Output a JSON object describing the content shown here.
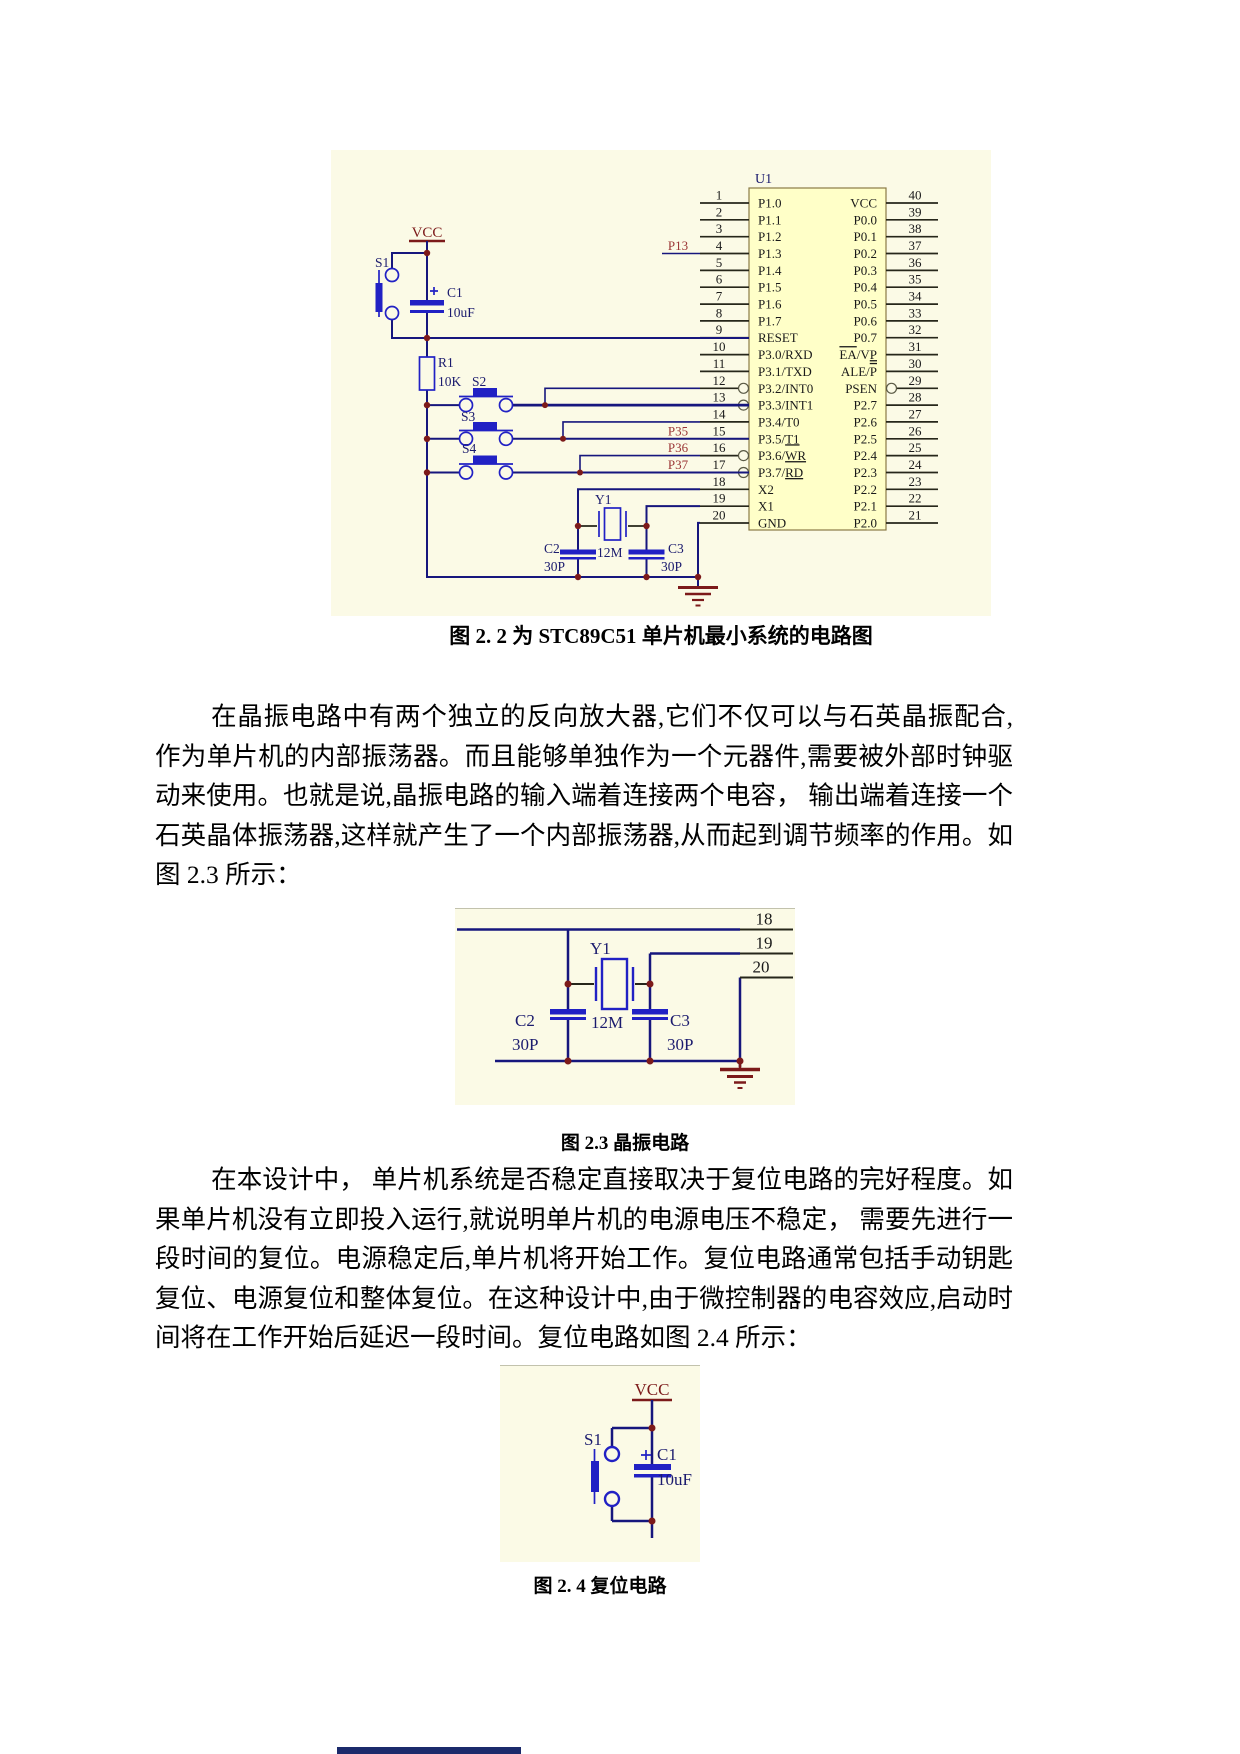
{
  "captions": {
    "fig22": "图 2. 2 为 STC89C51 单片机最小系统的电路图",
    "fig23": "图 2.3 晶振电路",
    "fig24": "图 2. 4  复位电路"
  },
  "paragraphs": {
    "p1": "在晶振电路中有两个独立的反向放大器,它们不仅可以与石英晶振配合,作为单片机的内部振荡器。而且能够单独作为一个元器件,需要被外部时钟驱动来使用。也就是说,晶振电路的输入端着连接两个电容， 输出端着连接一个石英晶体振荡器,这样就产生了一个内部振荡器,从而起到调节频率的作用。如图 2.3 所示：",
    "p2": "在本设计中， 单片机系统是否稳定直接取决于复位电路的完好程度。如果单片机没有立即投入运行,就说明单片机的电源电压不稳定， 需要先进行一段时间的复位。电源稳定后,单片机将开始工作。复位电路通常包括手动钥匙复位、电源复位和整体复位。在这种设计中,由于微控制器的电容效应,启动时间将在工作开始后延迟一段时间。复位电路如图 2.4 所示："
  },
  "circuit1": {
    "ic": {
      "ref": "U1"
    },
    "left_pins": [
      {
        "n": "1",
        "l": [
          {
            "t": "P1.0"
          }
        ]
      },
      {
        "n": "2",
        "l": [
          {
            "t": "P1.1"
          }
        ]
      },
      {
        "n": "3",
        "l": [
          {
            "t": "P1.2"
          }
        ]
      },
      {
        "n": "4",
        "l": [
          {
            "t": "P1.3"
          }
        ],
        "net": "P13",
        "netwire": true
      },
      {
        "n": "5",
        "l": [
          {
            "t": "P1.4"
          }
        ]
      },
      {
        "n": "6",
        "l": [
          {
            "t": "P1.5"
          }
        ]
      },
      {
        "n": "7",
        "l": [
          {
            "t": "P1.6"
          }
        ]
      },
      {
        "n": "8",
        "l": [
          {
            "t": "P1.7"
          }
        ]
      },
      {
        "n": "9",
        "l": [
          {
            "t": "RESET"
          }
        ]
      },
      {
        "n": "10",
        "l": [
          {
            "t": "P3.0/RXD"
          }
        ]
      },
      {
        "n": "11",
        "l": [
          {
            "t": "P3.1/TXD"
          }
        ]
      },
      {
        "n": "12",
        "l": [
          {
            "t": "P3.2/INT0"
          }
        ],
        "bubble": true
      },
      {
        "n": "13",
        "l": [
          {
            "t": "P3.3/INT1"
          }
        ],
        "bubble": true
      },
      {
        "n": "14",
        "l": [
          {
            "t": "P3.4/T0"
          }
        ]
      },
      {
        "n": "15",
        "l": [
          {
            "t": "P3.5/"
          },
          {
            "t": "T1",
            "bar": "under"
          }
        ],
        "net": "P35"
      },
      {
        "n": "16",
        "l": [
          {
            "t": "P3.6/"
          },
          {
            "t": "WR",
            "bar": "under"
          }
        ],
        "net": "P36",
        "bubble": true
      },
      {
        "n": "17",
        "l": [
          {
            "t": "P3.7/"
          },
          {
            "t": "RD",
            "bar": "under"
          }
        ],
        "net": "P37",
        "bubble": true
      },
      {
        "n": "18",
        "l": [
          {
            "t": "X2"
          }
        ]
      },
      {
        "n": "19",
        "l": [
          {
            "t": "X1"
          }
        ]
      },
      {
        "n": "20",
        "l": [
          {
            "t": "GND"
          }
        ]
      }
    ],
    "right_pins": [
      {
        "n": "40",
        "l": [
          {
            "t": "VCC"
          }
        ]
      },
      {
        "n": "39",
        "l": [
          {
            "t": "P0.0"
          }
        ]
      },
      {
        "n": "38",
        "l": [
          {
            "t": "P0.1"
          }
        ]
      },
      {
        "n": "37",
        "l": [
          {
            "t": "P0.2"
          }
        ]
      },
      {
        "n": "36",
        "l": [
          {
            "t": "P0.3"
          }
        ]
      },
      {
        "n": "35",
        "l": [
          {
            "t": "P0.4"
          }
        ]
      },
      {
        "n": "34",
        "l": [
          {
            "t": "P0.5"
          }
        ]
      },
      {
        "n": "33",
        "l": [
          {
            "t": "P0.6"
          }
        ]
      },
      {
        "n": "32",
        "l": [
          {
            "t": "P0.7"
          }
        ]
      },
      {
        "n": "31",
        "l": [
          {
            "t": "EA",
            "bar": "over"
          },
          {
            "t": "/V"
          },
          {
            "t": "P",
            "bar": "under"
          }
        ]
      },
      {
        "n": "30",
        "l": [
          {
            "t": "ALE/"
          },
          {
            "t": "P",
            "bar": "over"
          }
        ]
      },
      {
        "n": "29",
        "l": [
          {
            "t": "PSEN"
          }
        ],
        "bubble": true
      },
      {
        "n": "28",
        "l": [
          {
            "t": "P2.7"
          }
        ]
      },
      {
        "n": "27",
        "l": [
          {
            "t": "P2.6"
          }
        ]
      },
      {
        "n": "26",
        "l": [
          {
            "t": "P2.5"
          }
        ]
      },
      {
        "n": "25",
        "l": [
          {
            "t": "P2.4"
          }
        ]
      },
      {
        "n": "24",
        "l": [
          {
            "t": "P2.3"
          }
        ]
      },
      {
        "n": "23",
        "l": [
          {
            "t": "P2.2"
          }
        ]
      },
      {
        "n": "22",
        "l": [
          {
            "t": "P2.1"
          }
        ]
      },
      {
        "n": "21",
        "l": [
          {
            "t": "P2.0"
          }
        ]
      }
    ],
    "labels": {
      "vcc": "VCC",
      "s1": "S1",
      "c1": "C1",
      "c1_val": "10uF",
      "r1": "R1",
      "r1_val": "10K",
      "s2": "S2",
      "s3": "S3",
      "s4": "S4",
      "y1": "Y1",
      "y1_val": "12M",
      "c2": "C2",
      "c2_val": "30P",
      "c3": "C3",
      "c3_val": "30P"
    }
  },
  "circuit2": {
    "pins": [
      "18",
      "19",
      "20"
    ],
    "labels": {
      "y1": "Y1",
      "y1_val": "12M",
      "c2": "C2",
      "c2_val": "30P",
      "c3": "C3",
      "c3_val": "30P"
    }
  },
  "circuit3": {
    "labels": {
      "vcc": "VCC",
      "s1": "S1",
      "c1": "C1",
      "c1_val": "10uF"
    }
  },
  "colors": {
    "wire": "#16167d",
    "component": "#2121c4",
    "junction": "#7c1a1a",
    "net_label": "#9b3636",
    "ic_fill": "#ffffc8",
    "fig_bg": "#fbfae6"
  }
}
